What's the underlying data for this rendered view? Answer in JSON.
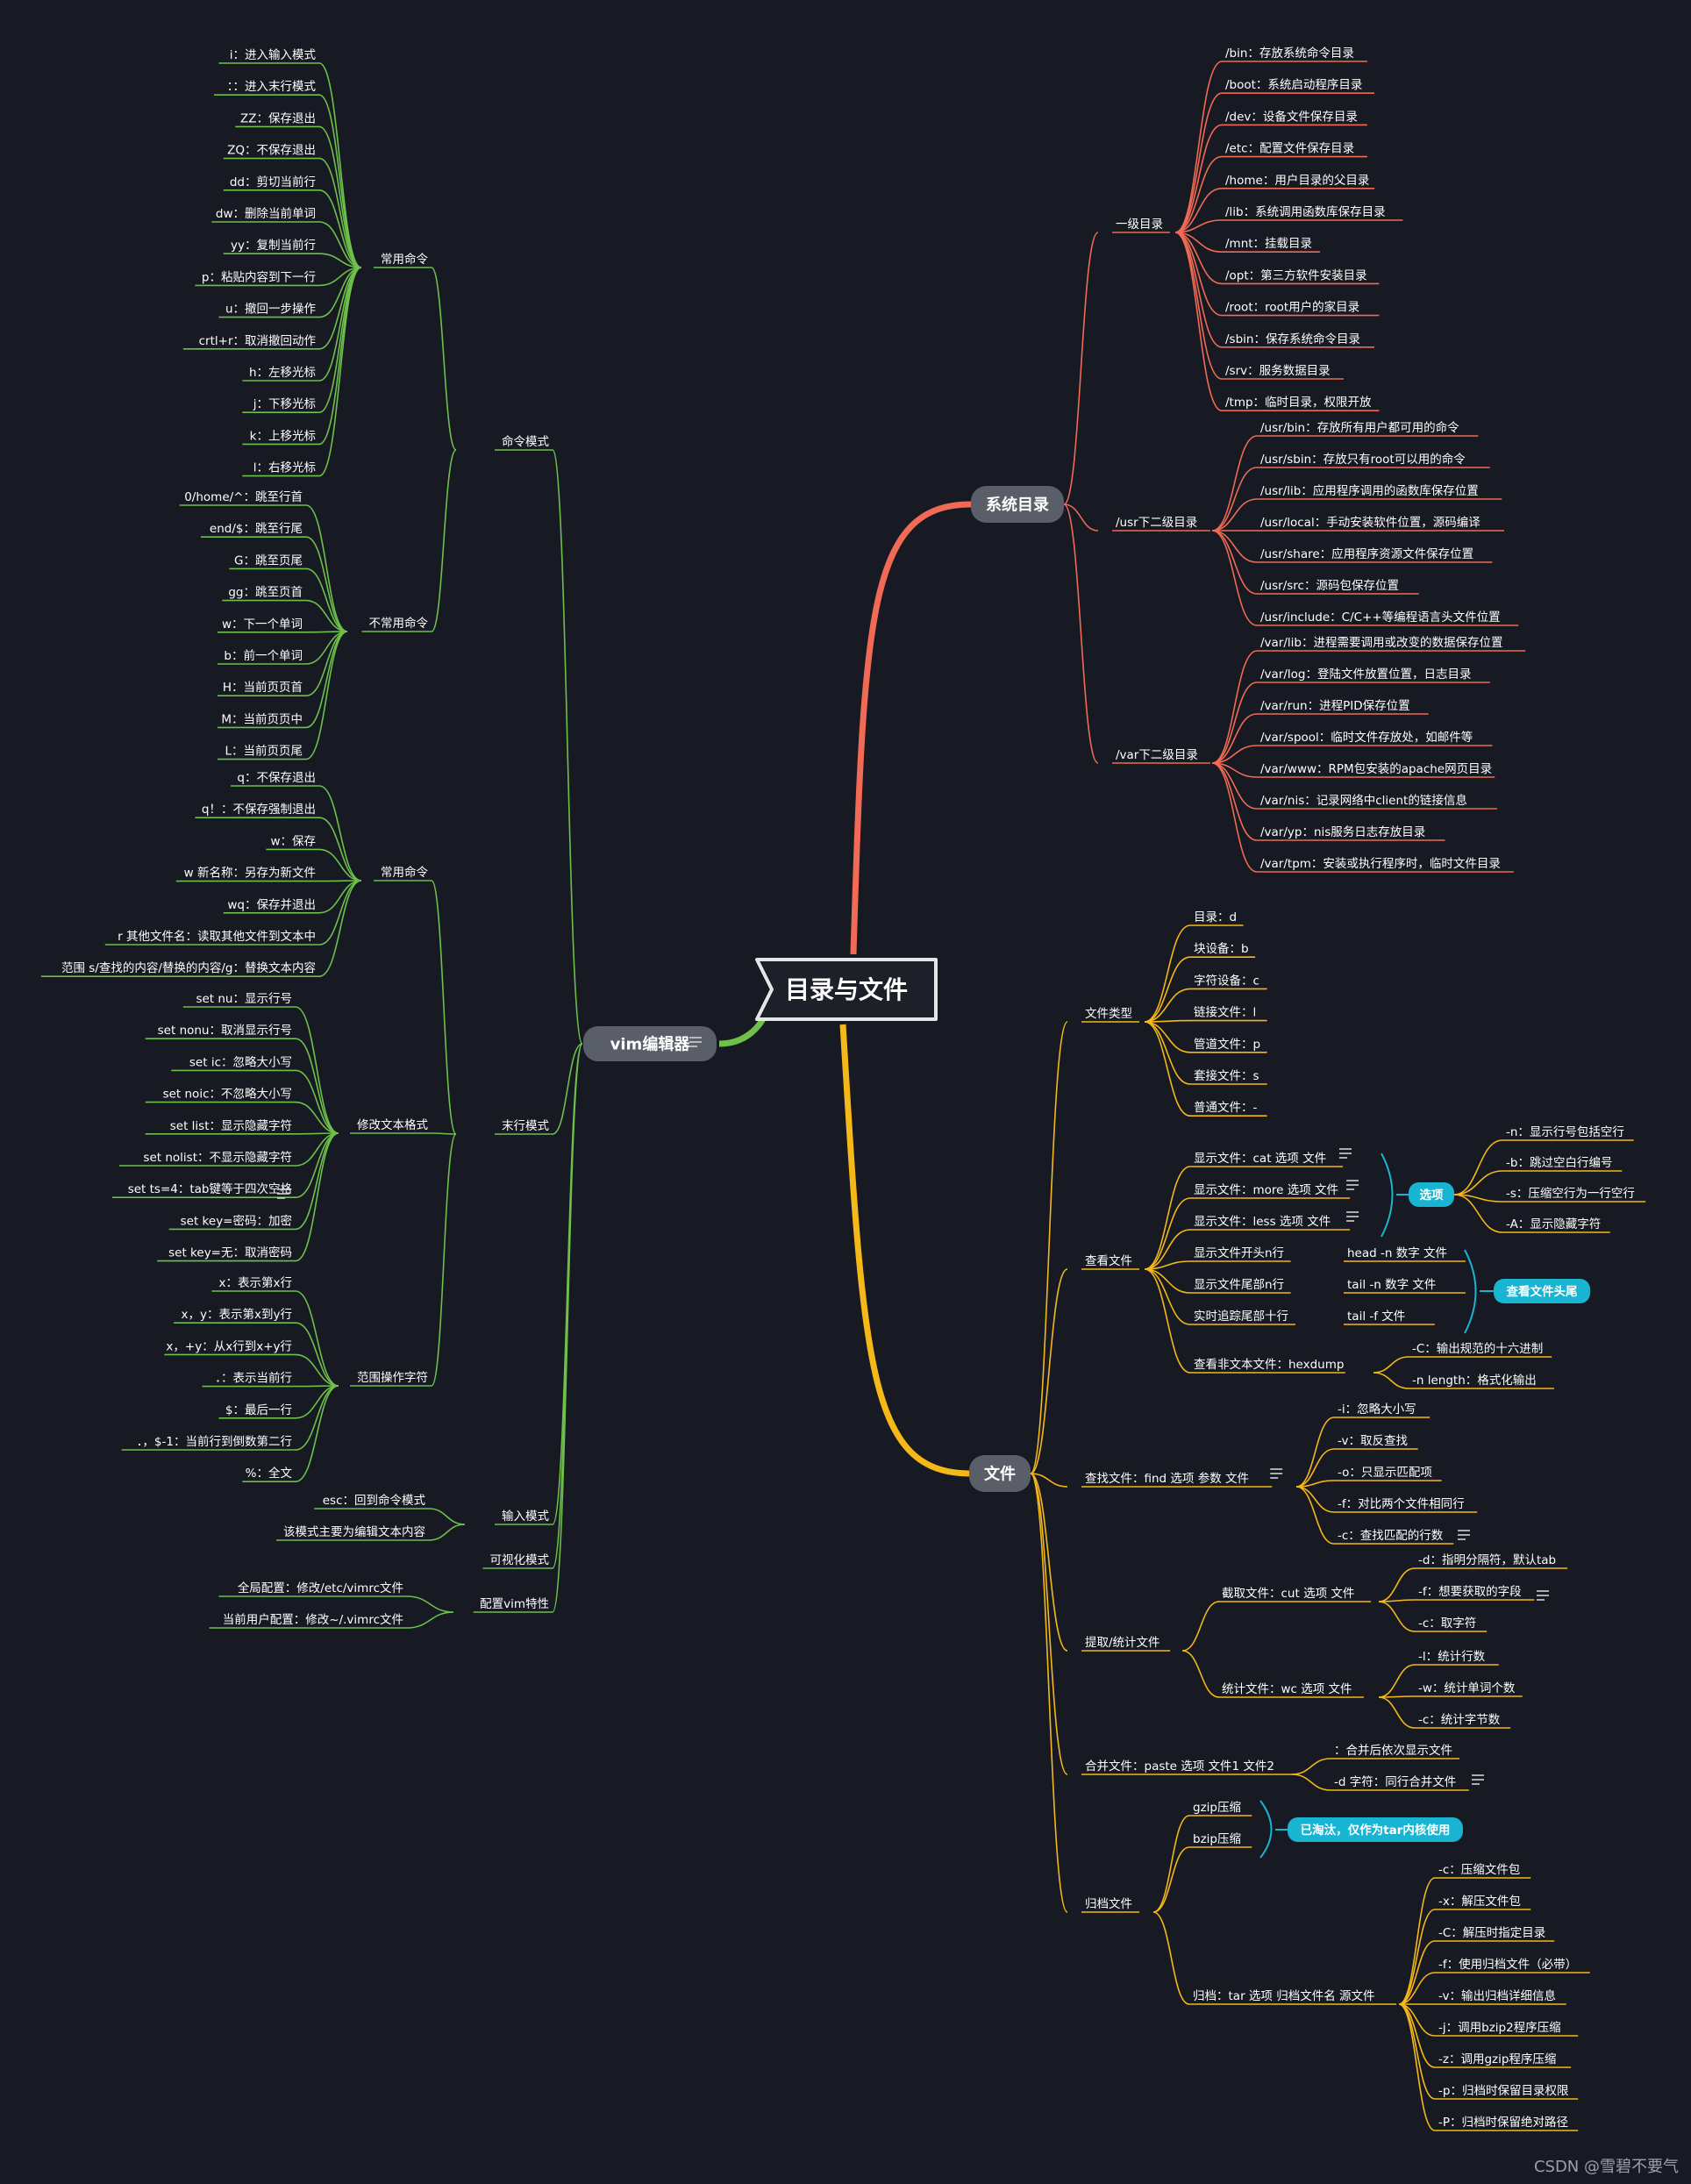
{
  "colors": {
    "background": "#171a22",
    "orange": "#f06a55",
    "yellow": "#f5b819",
    "green": "#6dc04a",
    "cyan": "#19b4d2",
    "gray": "#5a5e68",
    "text": "#ffffff"
  },
  "root": {
    "label": "目录与文件",
    "icon": "none"
  },
  "sysdir": {
    "label": "系统目录",
    "level1": {
      "label": "一级目录",
      "items": [
        "/bin：存放系统命令目录",
        "/boot：系统启动程序目录",
        "/dev：设备文件保存目录",
        "/etc：配置文件保存目录",
        "/home：用户目录的父目录",
        "/lib：系统调用函数库保存目录",
        "/mnt：挂载目录",
        "/opt：第三方软件安装目录",
        "/root：root用户的家目录",
        "/sbin：保存系统命令目录",
        "/srv：服务数据目录",
        "/tmp：临时目录，权限开放"
      ]
    },
    "usr": {
      "label": "/usr下二级目录",
      "items": [
        "/usr/bin：存放所有用户都可用的命令",
        "/usr/sbin：存放只有root可以用的命令",
        "/usr/lib：应用程序调用的函数库保存位置",
        "/usr/local：手动安装软件位置，源码编译",
        "/usr/share：应用程序资源文件保存位置",
        "/usr/src：源码包保存位置",
        "/usr/include：C/C++等编程语言头文件位置"
      ]
    },
    "var": {
      "label": "/var下二级目录",
      "items": [
        "/var/lib：进程需要调用或改变的数据保存位置",
        "/var/log：登陆文件放置位置，日志目录",
        "/var/run：进程PID保存位置",
        "/var/spool：临时文件存放处，如邮件等",
        "/var/www：RPM包安装的apache网页目录",
        "/var/nis：记录网络中client的链接信息",
        "/var/yp：nis服务日志存放目录",
        "/var/tpm：安装或执行程序时，临时文件目录"
      ]
    }
  },
  "files": {
    "label": "文件",
    "types": {
      "label": "文件类型",
      "items": [
        "目录：d",
        "块设备：b",
        "字符设备：c",
        "链接文件：l",
        "管道文件：p",
        "套接文件：s",
        "普通文件：-"
      ]
    },
    "view": {
      "label": "查看文件",
      "cmds": [
        "显示文件：cat 选项 文件",
        "显示文件：more 选项 文件",
        "显示文件：less 选项 文件"
      ],
      "options_label": "选项",
      "options": [
        "-n：显示行号包括空行",
        "-b：跳过空白行编号",
        "-s：压缩空行为一行空行",
        "-A：显示隐藏字符"
      ],
      "headtail": [
        [
          "显示文件开头n行",
          "head -n 数字 文件"
        ],
        [
          "显示文件尾部n行",
          "tail -n 数字 文件"
        ],
        [
          "实时追踪尾部十行",
          "tail -f 文件"
        ]
      ],
      "headtail_label": "查看文件头尾",
      "hexdump": {
        "label": "查看非文本文件：hexdump",
        "items": [
          "-C：输出规范的十六进制",
          "-n length：格式化输出"
        ]
      }
    },
    "find": {
      "label": "查找文件：find 选项 参数 文件",
      "items": [
        "-i：忽略大小写",
        "-v：取反查找",
        "-o：只显示匹配项",
        "-f：对比两个文件相同行",
        "-c：查找匹配的行数"
      ]
    },
    "extract": {
      "label": "提取/统计文件",
      "cut": {
        "label": "截取文件：cut 选项 文件",
        "items": [
          "-d：指明分隔符，默认tab",
          "-f：想要获取的字段",
          "-c：取字符"
        ]
      },
      "wc": {
        "label": "统计文件：wc 选项 文件",
        "items": [
          "-l：统计行数",
          "-w：统计单词个数",
          "-c：统计字节数"
        ]
      }
    },
    "paste": {
      "label": "合并文件：paste 选项 文件1 文件2",
      "items": [
        "：合并后依次显示文件",
        "-d 字符：同行合并文件"
      ]
    },
    "archive": {
      "label": "归档文件",
      "compress": [
        "gzip压缩",
        "bzip压缩"
      ],
      "compress_note": "已淘汰，仅作为tar内核使用",
      "tar": {
        "label": "归档：tar 选项 归档文件名 源文件",
        "items": [
          "-c：压缩文件包",
          "-x：解压文件包",
          "-C：解压时指定目录",
          "-f：使用归档文件（必带）",
          "-v：输出归档详细信息",
          "-j：调用bzip2程序压缩",
          "-z：调用gzip程序压缩",
          "-p：归档时保留目录权限",
          "-P：归档时保留绝对路径"
        ]
      }
    }
  },
  "vim": {
    "label": "vim编辑器",
    "cmd_mode": {
      "label": "命令模式",
      "common": {
        "label": "常用命令",
        "items": [
          "i：进入输入模式",
          "：：进入末行模式",
          "ZZ：保存退出",
          "ZQ：不保存退出",
          "dd：剪切当前行",
          "dw：删除当前单词",
          "yy：复制当前行",
          "p：粘贴内容到下一行",
          "u：撤回一步操作",
          "crtl+r：取消撤回动作",
          "h：左移光标",
          "j：下移光标",
          "k：上移光标",
          "l：右移光标"
        ]
      },
      "uncommon": {
        "label": "不常用命令",
        "items": [
          "0/home/^：跳至行首",
          "end/$：跳至行尾",
          "G：跳至页尾",
          "gg：跳至页首",
          "w：下一个单词",
          "b：前一个单词",
          "H：当前页页首",
          "M：当前页页中",
          "L：当前页页尾"
        ]
      }
    },
    "last_mode": {
      "label": "末行模式",
      "common": {
        "label": "常用命令",
        "items": [
          "q：不保存退出",
          "q！：不保存强制退出",
          "w：保存",
          "w 新名称：另存为新文件",
          "wq：保存并退出",
          "r 其他文件名：读取其他文件到文本中",
          "范围 s/查找的内容/替换的内容/g：替换文本内容"
        ]
      },
      "format": {
        "label": "修改文本格式",
        "items": [
          "set nu：显示行号",
          "set nonu：取消显示行号",
          "set ic：忽略大小写",
          "set noic：不忽略大小写",
          "set list：显示隐藏字符",
          "set nolist：不显示隐藏字符",
          "set ts=4：tab键等于四次空格",
          "set key=密码：加密",
          "set key=无：取消密码"
        ]
      },
      "range": {
        "label": "范围操作字符",
        "items": [
          "x：表示第x行",
          "x，y：表示第x到y行",
          "x，+y：从x行到x+y行",
          "．：表示当前行",
          "$：最后一行",
          "．，$-1：当前行到倒数第二行",
          "%：全文"
        ]
      }
    },
    "input_mode": {
      "label": "输入模式",
      "items": [
        "esc：回到命令模式",
        "该模式主要为编辑文本内容"
      ]
    },
    "visual_mode": {
      "label": "可视化模式"
    },
    "config": {
      "label": "配置vim特性",
      "items": [
        "全局配置：修改/etc/vimrc文件",
        "当前用户配置：修改~/.vimrc文件"
      ]
    }
  },
  "watermark": "CSDN @雪碧不要气"
}
